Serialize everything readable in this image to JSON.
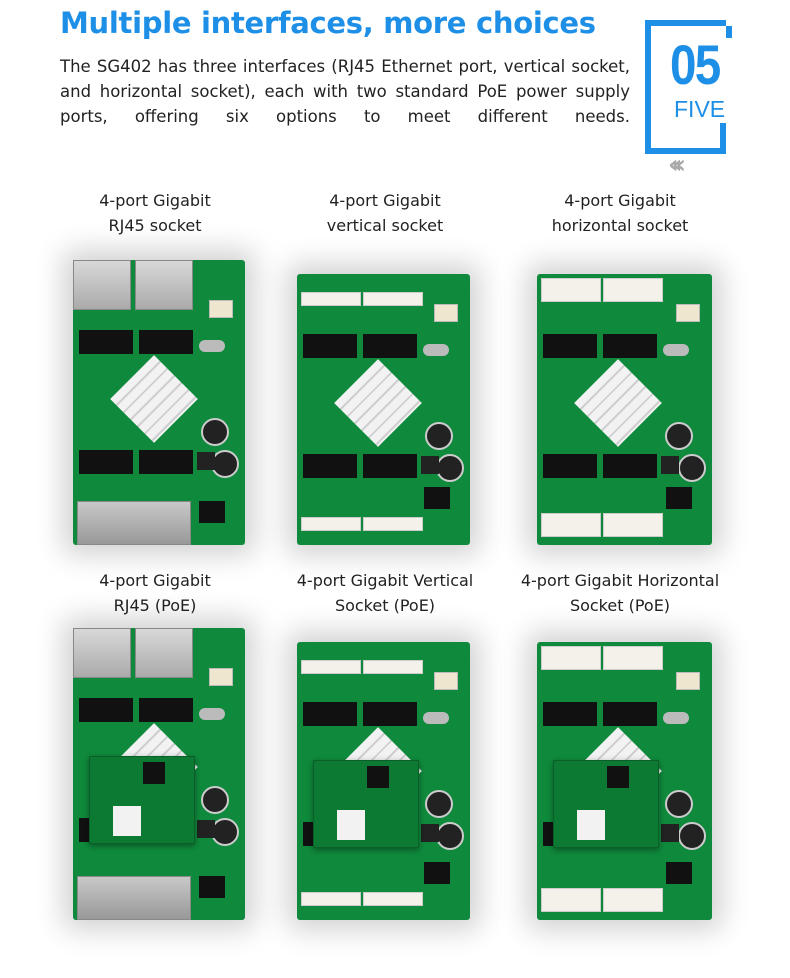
{
  "header": {
    "title": "Multiple interfaces, more choices",
    "description": "The SG402 has three interfaces (RJ45 Ethernet port, vertical socket, and horizontal socket), each with two standard PoE power supply ports, offering six options to meet different needs.",
    "badge_number": "05",
    "badge_word": "FIVE"
  },
  "colors": {
    "accent": "#1d8fe6",
    "pcb": "#0f8a3c"
  },
  "products": [
    {
      "label_line1": "4-port Gigabit",
      "label_line2": "RJ45 socket",
      "interface": "rj45",
      "poe": false
    },
    {
      "label_line1": "4-port Gigabit",
      "label_line2": "vertical socket",
      "interface": "vertical",
      "poe": false
    },
    {
      "label_line1": "4-port Gigabit",
      "label_line2": "horizontal socket",
      "interface": "horizontal",
      "poe": false
    },
    {
      "label_line1": "4-port Gigabit",
      "label_line2": "RJ45 (PoE)",
      "interface": "rj45",
      "poe": true
    },
    {
      "label_line1": "4-port Gigabit Vertical",
      "label_line2": "Socket (PoE)",
      "interface": "vertical",
      "poe": true
    },
    {
      "label_line1": "4-port Gigabit Horizontal",
      "label_line2": "Socket (PoE)",
      "interface": "horizontal",
      "poe": true
    }
  ]
}
